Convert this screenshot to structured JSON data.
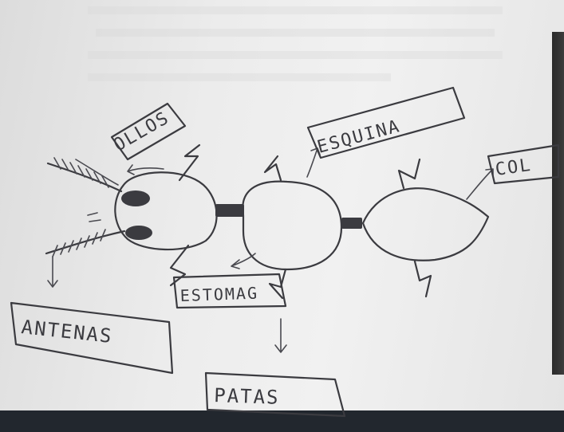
{
  "drawing": {
    "labels": {
      "ollos": "OLLOS",
      "esquina": "ESQUINA",
      "cola": "COL",
      "antenas": "ANTENAS",
      "estomago": "ESTOMAG",
      "patas": "PATAS"
    }
  },
  "colors": {
    "paper": "#ececec",
    "ink": "#3b3b40",
    "background": "#1f242b"
  }
}
